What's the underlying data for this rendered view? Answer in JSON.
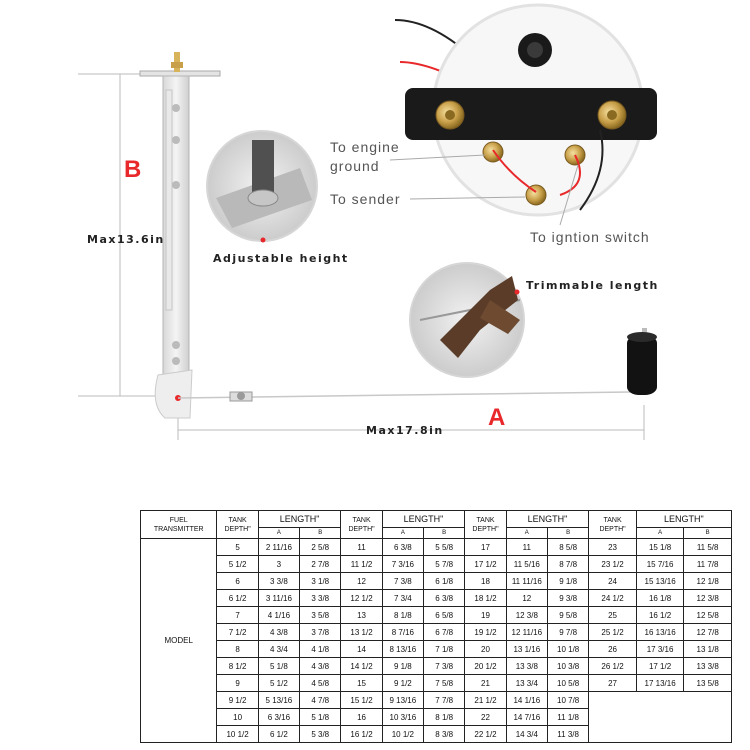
{
  "diagram": {
    "label_b": "B",
    "label_a": "A",
    "max_height": "Max13.6in",
    "max_length": "Max17.8in",
    "adjustable_height": "Adjustable height",
    "trimmable_length": "Trimmable length",
    "to_engine_ground_1": "To engine",
    "to_engine_ground_2": "ground",
    "to_sender": "To sender",
    "to_ignition": "To igntion switch",
    "accent_color": "#e8282a"
  },
  "table": {
    "fuel_transmitter_1": "FUEL",
    "fuel_transmitter_2": "TRANSMITTER",
    "tank_depth_1": "TANK",
    "tank_depth_2": "DEPTH\"",
    "length": "LENGTH\"",
    "col_a": "A",
    "col_b": "B",
    "model": "MODEL",
    "rows": [
      [
        [
          "5",
          "2 11/16",
          "2 5/8"
        ],
        [
          "11",
          "6 3/8",
          "5 5/8"
        ],
        [
          "17",
          "11",
          "8 5/8"
        ],
        [
          "23",
          "15 1/8",
          "11 5/8"
        ]
      ],
      [
        [
          "5 1/2",
          "3",
          "2 7/8"
        ],
        [
          "11 1/2",
          "7 3/16",
          "5 7/8"
        ],
        [
          "17 1/2",
          "11 5/16",
          "8 7/8"
        ],
        [
          "23 1/2",
          "15 7/16",
          "11 7/8"
        ]
      ],
      [
        [
          "6",
          "3 3/8",
          "3 1/8"
        ],
        [
          "12",
          "7 3/8",
          "6 1/8"
        ],
        [
          "18",
          "11 11/16",
          "9 1/8"
        ],
        [
          "24",
          "15 13/16",
          "12 1/8"
        ]
      ],
      [
        [
          "6 1/2",
          "3 11/16",
          "3 3/8"
        ],
        [
          "12 1/2",
          "7 3/4",
          "6 3/8"
        ],
        [
          "18 1/2",
          "12",
          "9 3/8"
        ],
        [
          "24 1/2",
          "16 1/8",
          "12 3/8"
        ]
      ],
      [
        [
          "7",
          "4 1/16",
          "3 5/8"
        ],
        [
          "13",
          "8 1/8",
          "6 5/8"
        ],
        [
          "19",
          "12 3/8",
          "9 5/8"
        ],
        [
          "25",
          "16 1/2",
          "12 5/8"
        ]
      ],
      [
        [
          "7 1/2",
          "4 3/8",
          "3 7/8"
        ],
        [
          "13 1/2",
          "8 7/16",
          "6 7/8"
        ],
        [
          "19 1/2",
          "12 11/16",
          "9 7/8"
        ],
        [
          "25 1/2",
          "16 13/16",
          "12 7/8"
        ]
      ],
      [
        [
          "8",
          "4 3/4",
          "4 1/8"
        ],
        [
          "14",
          "8 13/16",
          "7 1/8"
        ],
        [
          "20",
          "13 1/16",
          "10 1/8"
        ],
        [
          "26",
          "17 3/16",
          "13 1/8"
        ]
      ],
      [
        [
          "8 1/2",
          "5 1/8",
          "4 3/8"
        ],
        [
          "14 1/2",
          "9 1/8",
          "7 3/8"
        ],
        [
          "20 1/2",
          "13 3/8",
          "10 3/8"
        ],
        [
          "26 1/2",
          "17 1/2",
          "13 3/8"
        ]
      ],
      [
        [
          "9",
          "5 1/2",
          "4 5/8"
        ],
        [
          "15",
          "9 1/2",
          "7 5/8"
        ],
        [
          "21",
          "13 3/4",
          "10 5/8"
        ],
        [
          "27",
          "17 13/16",
          "13 5/8"
        ]
      ],
      [
        [
          "9 1/2",
          "5 13/16",
          "4 7/8"
        ],
        [
          "15 1/2",
          "9 13/16",
          "7 7/8"
        ],
        [
          "21 1/2",
          "14 1/16",
          "10 7/8"
        ],
        null
      ],
      [
        [
          "10",
          "6 3/16",
          "5 1/8"
        ],
        [
          "16",
          "10 3/16",
          "8 1/8"
        ],
        [
          "22",
          "14 7/16",
          "11 1/8"
        ],
        null
      ],
      [
        [
          "10 1/2",
          "6 1/2",
          "5 3/8"
        ],
        [
          "16 1/2",
          "10 1/2",
          "8 3/8"
        ],
        [
          "22 1/2",
          "14 3/4",
          "11 3/8"
        ],
        null
      ]
    ]
  }
}
